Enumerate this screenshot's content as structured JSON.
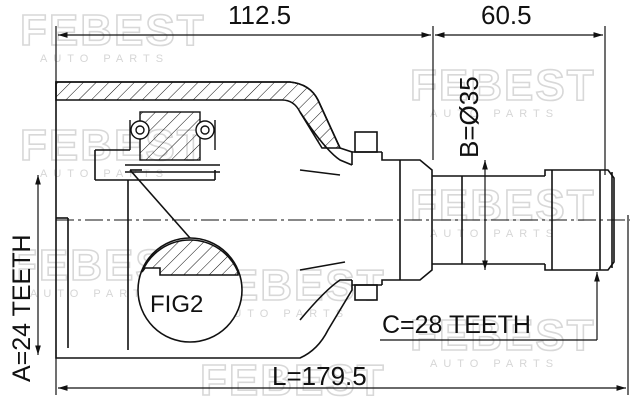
{
  "watermark": {
    "brand": "FEBEST",
    "sub": "AUTO PARTS"
  },
  "dimensions": {
    "top_left": "112.5",
    "top_right": "60.5",
    "overall": "L=179.5",
    "diameter": "B=Ø35"
  },
  "labels": {
    "teeth_a": "A=24 TEETH",
    "teeth_c": "C=28 TEETH",
    "fig": "FIG2"
  },
  "colors": {
    "line": "#111111",
    "watermark": "#d8d8d8"
  }
}
